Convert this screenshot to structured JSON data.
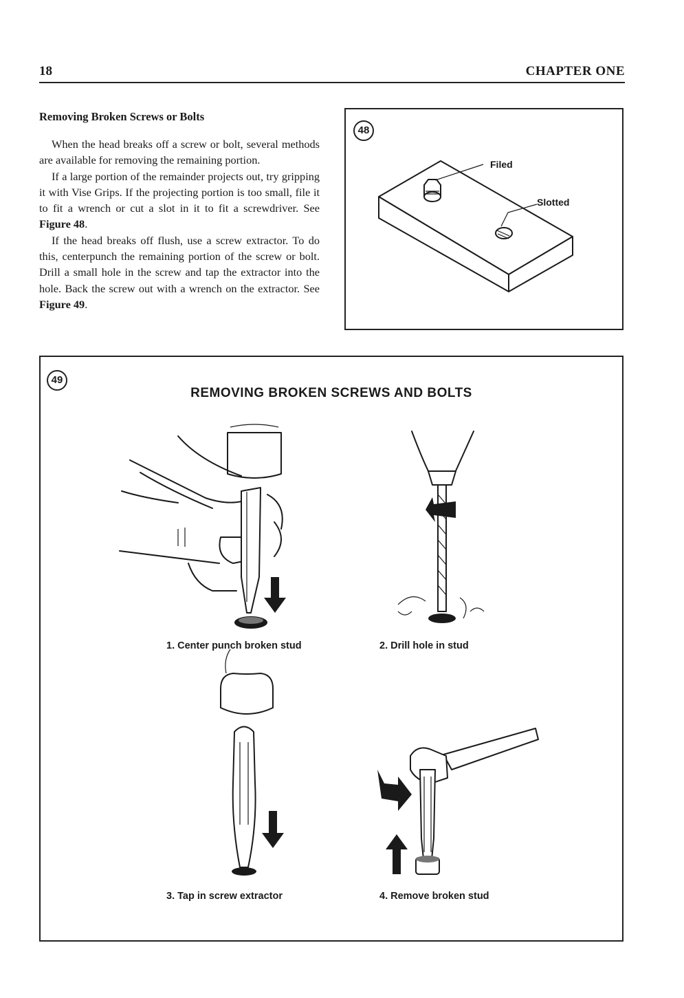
{
  "header": {
    "page_number": "18",
    "chapter": "CHAPTER ONE"
  },
  "section": {
    "title": "Removing Broken Screws or Bolts",
    "p1": "When the head breaks off a screw or bolt, several methods are available for removing the remaining portion.",
    "p2_text": "If a large portion of the remainder projects out, try gripping it with Vise Grips. If the projecting portion is too small, file it to fit a wrench or cut a slot in it to fit a screwdriver. See ",
    "p2_ref": "Figure 48",
    "p2_end": ".",
    "p3_text": "If the head breaks off flush, use a screw extractor. To do this, centerpunch the remaining portion of the screw or bolt. Drill a small hole in the screw and tap the extractor into the hole. Back the screw out with a wrench on the extractor. See ",
    "p3_ref": "Figure 49",
    "p3_end": "."
  },
  "figure48": {
    "number": "48",
    "label_filed": "Filed",
    "label_slotted": "Slotted"
  },
  "figure49": {
    "number": "49",
    "title": "REMOVING BROKEN SCREWS AND BOLTS",
    "captions": [
      "1.  Center punch broken stud",
      "2.  Drill hole in stud",
      "3.  Tap in screw extractor",
      "4.  Remove broken stud"
    ]
  }
}
